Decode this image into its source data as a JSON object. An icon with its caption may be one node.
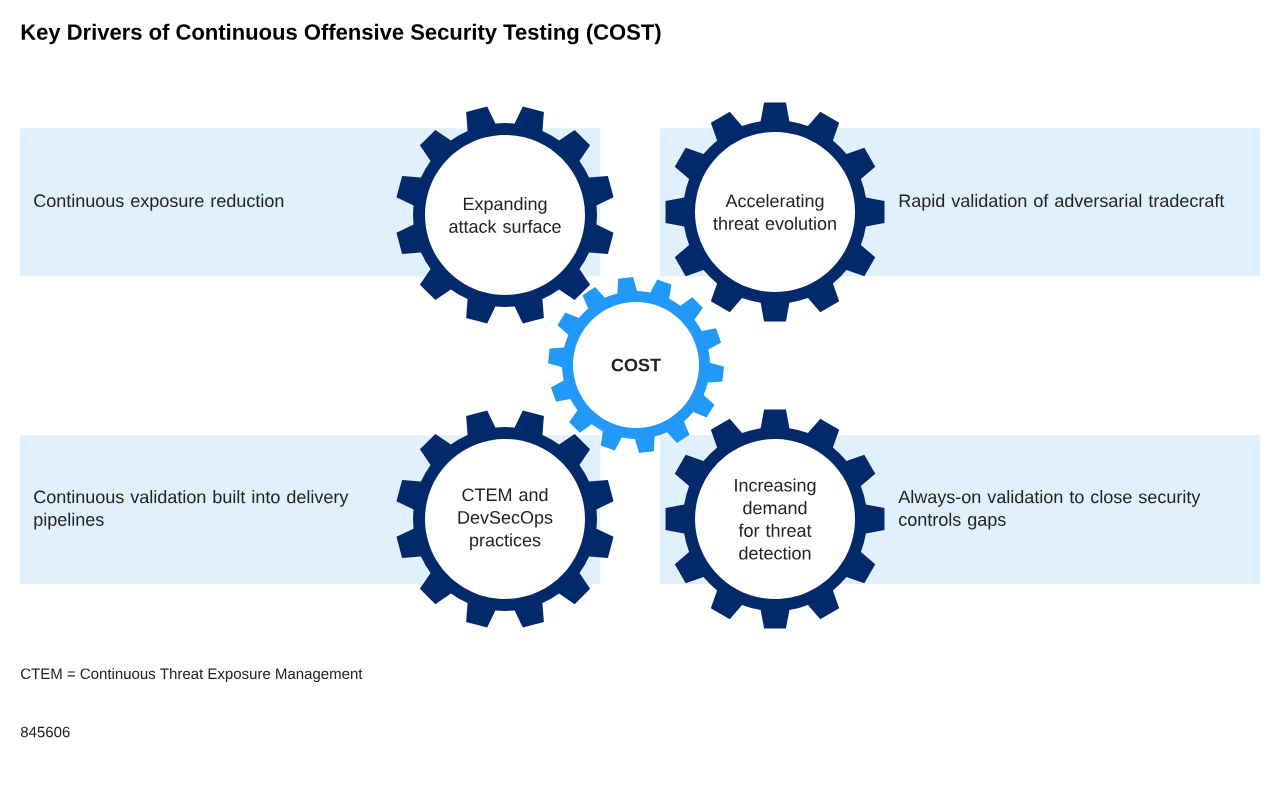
{
  "diagram": {
    "title": "Key Drivers of Continuous Offensive Security Testing (COST)",
    "nodes": [
      {
        "text": [
          "Continuous exposure reduction"
        ]
      },
      {
        "text": [
          "Expanding attack surface"
        ]
      },
      {
        "text": [
          "Accelerating threat evolution"
        ]
      },
      {
        "text": [
          "Rapid validation of adversarial tradecraft"
        ]
      },
      {
        "text": [
          "COST"
        ]
      },
      {
        "text": [
          "Continuous validation built into delivery pipelines"
        ]
      },
      {
        "text": [
          "CTEM and DevSecOps practices"
        ]
      },
      {
        "text": [
          "Increasing demand for threat detection"
        ]
      },
      {
        "text": [
          "Always-on validation to close security controls gaps"
        ]
      }
    ],
    "labels": [
      "CTEM = Continuous Threat Exposure Management",
      "845606"
    ]
  }
}
